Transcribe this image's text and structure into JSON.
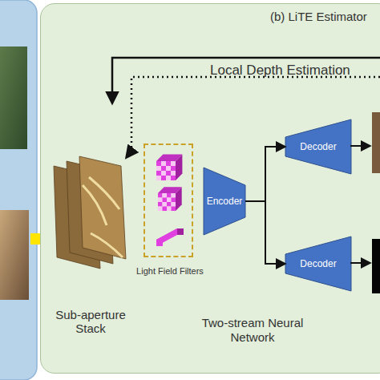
{
  "diagram": {
    "nodes": [
      {
        "text": [
          "(b) LiTE Estimator"
        ]
      },
      {
        "text": [
          "Sub-aperture Stack"
        ],
        "in": 0
      },
      {
        "text": [
          "Light Field Filters"
        ],
        "in": 0
      },
      {
        "text": [
          "Encoder"
        ],
        "in": 0
      },
      {
        "text": [
          "Decoder"
        ],
        "in": 0
      },
      {
        "text": [
          "Decoder"
        ],
        "in": 0
      }
    ],
    "edges": [
      {
        "from": 3,
        "to": 4,
        "arrow": "to"
      },
      {
        "from": 3,
        "to": 5,
        "arrow": "to"
      }
    ],
    "labels": [
      "Local Depth Estimation",
      "Two-stream Neural Network"
    ]
  }
}
